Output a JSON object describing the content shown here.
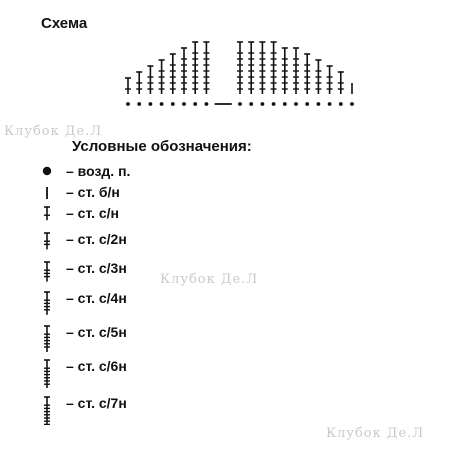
{
  "title": "Схема",
  "legend": {
    "title": "Условные обозначения:",
    "items": [
      {
        "symbol": "chain-dot",
        "label": "– возд. п."
      },
      {
        "symbol": "sc-bar",
        "label": "– ст. б/н"
      },
      {
        "symbol": "dc-1",
        "label": "– ст. с/н"
      },
      {
        "symbol": "dc-2",
        "label": "– ст. с/2н"
      },
      {
        "symbol": "dc-3",
        "label": "– ст. с/3н"
      },
      {
        "symbol": "dc-4",
        "label": "– ст. с/4н"
      },
      {
        "symbol": "dc-5",
        "label": "– ст. с/5н"
      },
      {
        "symbol": "dc-6",
        "label": "– ст. с/6н"
      },
      {
        "symbol": "dc-7",
        "label": "– ст. с/7н"
      }
    ]
  },
  "scheme": {
    "stitches": [
      {
        "type": "dc",
        "yo": 1
      },
      {
        "type": "dc",
        "yo": 2
      },
      {
        "type": "dc",
        "yo": 3
      },
      {
        "type": "dc",
        "yo": 4
      },
      {
        "type": "dc",
        "yo": 5
      },
      {
        "type": "dc",
        "yo": 6
      },
      {
        "type": "dc",
        "yo": 7
      },
      {
        "type": "dc",
        "yo": 7
      },
      {
        "type": "chain"
      },
      {
        "type": "chain"
      },
      {
        "type": "dc",
        "yo": 7
      },
      {
        "type": "dc",
        "yo": 7
      },
      {
        "type": "dc",
        "yo": 7
      },
      {
        "type": "dc",
        "yo": 7
      },
      {
        "type": "dc",
        "yo": 6
      },
      {
        "type": "dc",
        "yo": 6
      },
      {
        "type": "dc",
        "yo": 5
      },
      {
        "type": "dc",
        "yo": 4
      },
      {
        "type": "dc",
        "yo": 3
      },
      {
        "type": "dc",
        "yo": 2
      },
      {
        "type": "sc"
      }
    ]
  },
  "watermarks": [
    "Клубок Де.Л",
    "Клубок Де.Л",
    "Клубок Де.Л"
  ]
}
